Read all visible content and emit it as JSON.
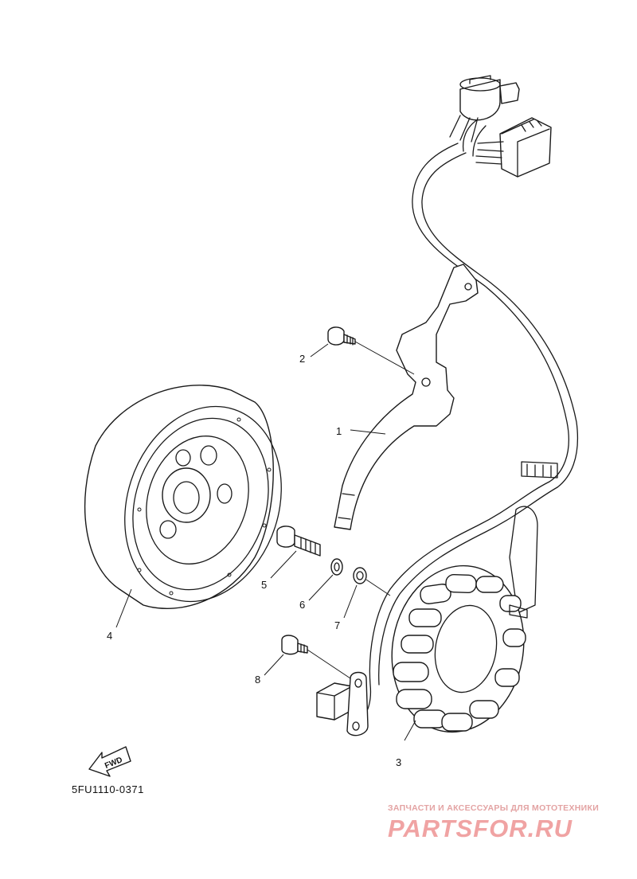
{
  "diagram": {
    "code": "5FU1110-0371",
    "fwd_label": "FWD",
    "callouts": [
      "1",
      "2",
      "3",
      "4",
      "5",
      "6",
      "7",
      "8"
    ]
  },
  "watermark": {
    "tagline": "ЗАПЧАСТИ И АКСЕССУАРЫ ДЛЯ МОТОТЕХНИКИ",
    "logo": "PARTSFOR.RU",
    "color": "#f0a3a3"
  }
}
